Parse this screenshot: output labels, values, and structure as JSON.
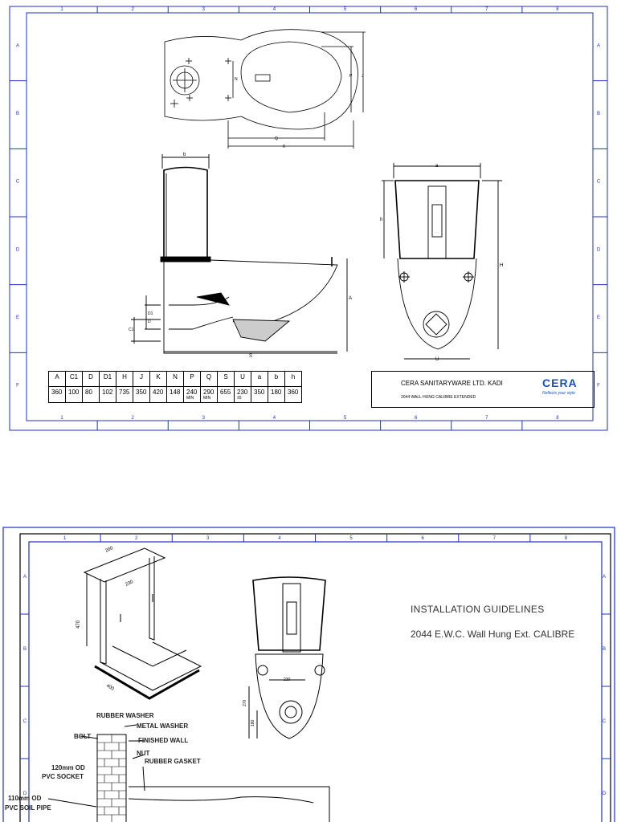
{
  "sheet1": {
    "zones_top": [
      "1",
      "2",
      "3",
      "4",
      "5",
      "6",
      "7",
      "8"
    ],
    "zones_side": [
      "A",
      "B",
      "C",
      "D",
      "E",
      "F"
    ],
    "dims": {
      "b": "b",
      "a": "a",
      "h": "h",
      "H": "H",
      "A": "A",
      "S": "S",
      "D1": "D1",
      "D": "D",
      "C1": "C1",
      "U": "U",
      "Q": "Q",
      "K": "K",
      "N": "N",
      "P": "P",
      "J": "J"
    },
    "table": {
      "headers": [
        "A",
        "C1",
        "D",
        "D1",
        "H",
        "J",
        "K",
        "N",
        "P",
        "Q",
        "S",
        "U",
        "a",
        "b",
        "h"
      ],
      "values": [
        "360",
        "100",
        "80",
        "102",
        "735",
        "350",
        "420",
        "148",
        "240",
        "290",
        "655",
        "230",
        "350",
        "180",
        "360"
      ],
      "sub": {
        "P": "MIN",
        "Q": "MIN",
        "U": "±5"
      }
    },
    "company": "CERA SANITARYWARE LTD. KADI",
    "product": "2044 WALL HUNG CALIBRE EXTENDED",
    "logo": "CERA",
    "tagline": "Reflects your style"
  },
  "sheet2": {
    "zones_top": [
      "1",
      "2",
      "3",
      "4",
      "5",
      "6",
      "7",
      "8"
    ],
    "zones_side": [
      "A",
      "B",
      "C",
      "D"
    ],
    "title": "INSTALLATION GUIDELINES",
    "subtitle": "2044 E.W.C. Wall Hung Ext. CALIBRE",
    "frame_dims": {
      "w": "200",
      "d": "230",
      "h": "470",
      "base": "400"
    },
    "front_dims": {
      "c": "230",
      "v1": "270",
      "v2": "180"
    },
    "labels": {
      "rubber_washer": "RUBBER WASHER",
      "metal_washer": "METAL WASHER",
      "bolt": "BOLT",
      "finished_wall": "FINISHED WALL",
      "nut": "NUT",
      "rubber_gasket": "RUBBER GASKET",
      "socket1": "120mm OD",
      "socket2": "PVC SOCKET",
      "soil1": "110mm OD",
      "soil2": "PVC SOIL PIPE"
    }
  }
}
